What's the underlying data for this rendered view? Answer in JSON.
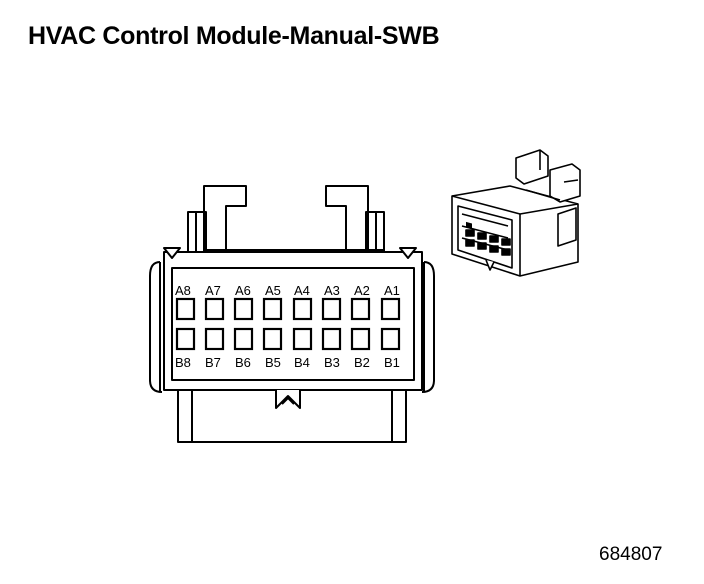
{
  "title": "HVAC Control Module-Manual-SWB",
  "figure_id": "684807",
  "connector": {
    "row_a": [
      "A8",
      "A7",
      "A6",
      "A5",
      "A4",
      "A3",
      "A2",
      "A1"
    ],
    "row_b": [
      "B8",
      "B7",
      "B6",
      "B5",
      "B4",
      "B3",
      "B2",
      "B1"
    ]
  }
}
